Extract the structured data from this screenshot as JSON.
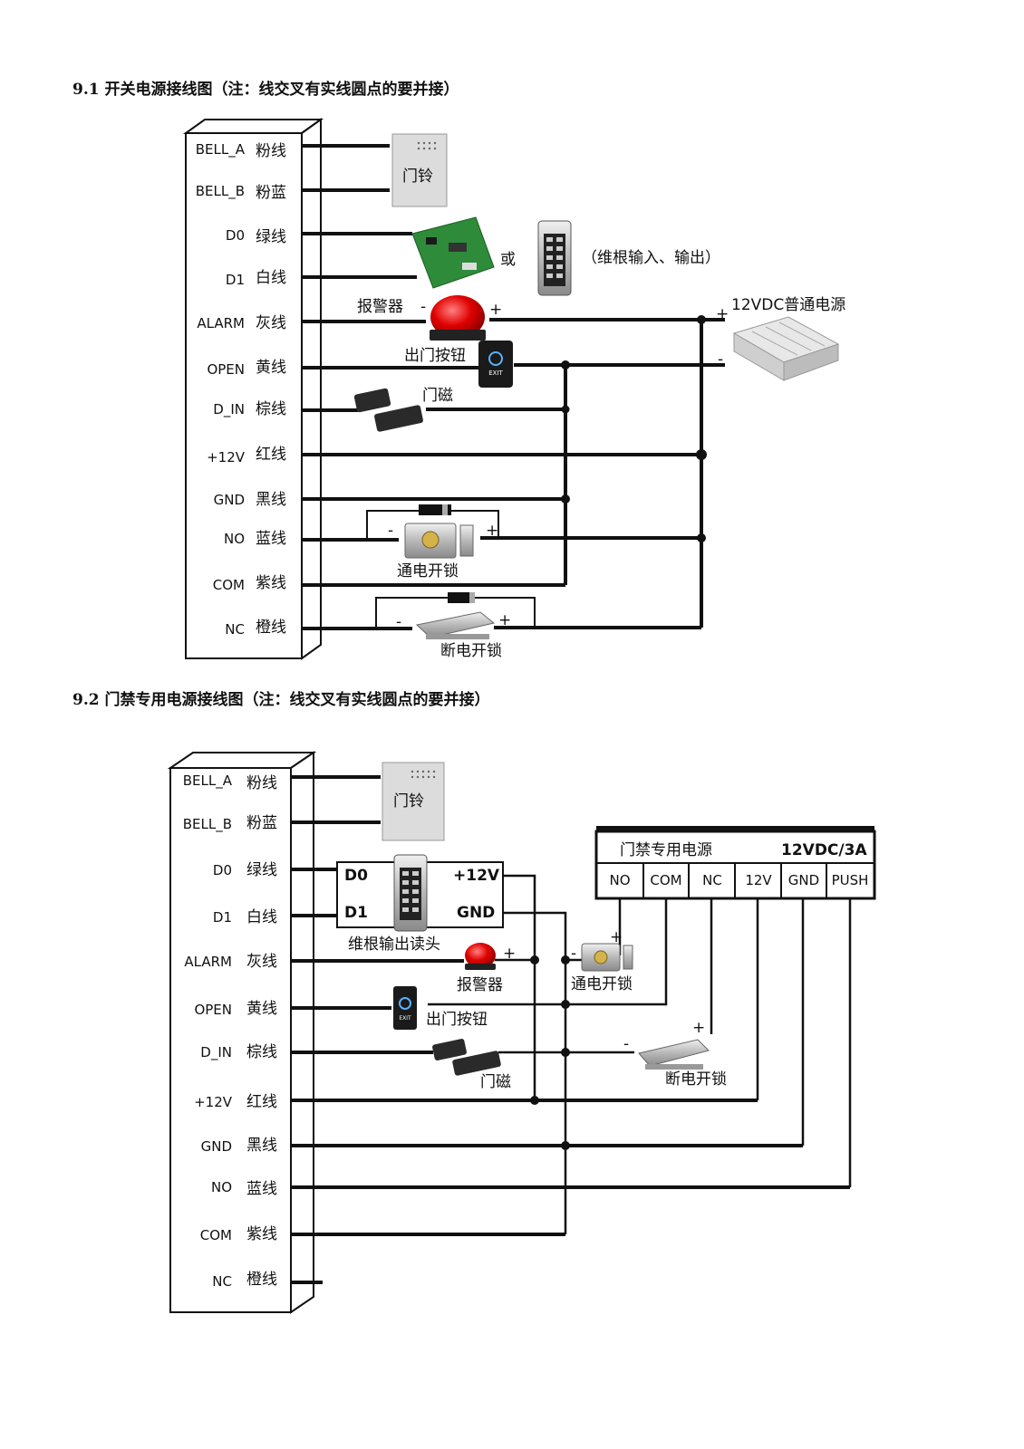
{
  "section1": {
    "title": "9.1 开关电源接线图（注：线交叉有实线圆点的要并接）",
    "pins": [
      {
        "pin": "BELL_A",
        "wire": "粉线"
      },
      {
        "pin": "BELL_B",
        "wire": "粉蓝"
      },
      {
        "pin": "D0",
        "wire": "绿线"
      },
      {
        "pin": "D1",
        "wire": "白线"
      },
      {
        "pin": "ALARM",
        "wire": "灰线"
      },
      {
        "pin": "OPEN",
        "wire": "黄线"
      },
      {
        "pin": "D_IN",
        "wire": "棕线"
      },
      {
        "pin": "+12V",
        "wire": "红线"
      },
      {
        "pin": "GND",
        "wire": "黑线"
      },
      {
        "pin": "NO",
        "wire": "蓝线"
      },
      {
        "pin": "COM",
        "wire": "紫线"
      },
      {
        "pin": "NC",
        "wire": "橙线"
      }
    ],
    "doorbell": "门铃",
    "or_text": "或",
    "wiegand_note": "（维根输入、输出）",
    "alarm": "报警器",
    "exit_button": "出门按钮",
    "door_sensor": "门磁",
    "power_supply": "12VDC普通电源",
    "fail_secure_lock": "通电开锁",
    "fail_safe_lock": "断电开锁",
    "plus": "+",
    "minus": "-",
    "exit_text": "EXIT"
  },
  "section2": {
    "title": "9.2 门禁专用电源接线图（注：线交叉有实线圆点的要并接）",
    "pins": [
      {
        "pin": "BELL_A",
        "wire": "粉线"
      },
      {
        "pin": "BELL_B",
        "wire": "粉蓝"
      },
      {
        "pin": "D0",
        "wire": "绿线"
      },
      {
        "pin": "D1",
        "wire": "白线"
      },
      {
        "pin": "ALARM",
        "wire": "灰线"
      },
      {
        "pin": "OPEN",
        "wire": "黄线"
      },
      {
        "pin": "D_IN",
        "wire": "棕线"
      },
      {
        "pin": "+12V",
        "wire": "红线"
      },
      {
        "pin": "GND",
        "wire": "黑线"
      },
      {
        "pin": "NO",
        "wire": "蓝线"
      },
      {
        "pin": "COM",
        "wire": "紫线"
      },
      {
        "pin": "NC",
        "wire": "橙线"
      }
    ],
    "doorbell": "门铃",
    "reader": {
      "d0": "D0",
      "d1": "D1",
      "v12": "+12V",
      "gnd": "GND",
      "label": "维根输出读头"
    },
    "alarm": "报警器",
    "exit_button": "出门按钮",
    "door_sensor": "门磁",
    "fail_secure_lock": "通电开锁",
    "fail_safe_lock": "断电开锁",
    "psu": {
      "title": "门禁专用电源",
      "rating": "12VDC/3A",
      "terminals": [
        "NO",
        "COM",
        "NC",
        "12V",
        "GND",
        "PUSH"
      ]
    },
    "plus": "+",
    "minus": "-",
    "exit_text": "EXIT"
  }
}
